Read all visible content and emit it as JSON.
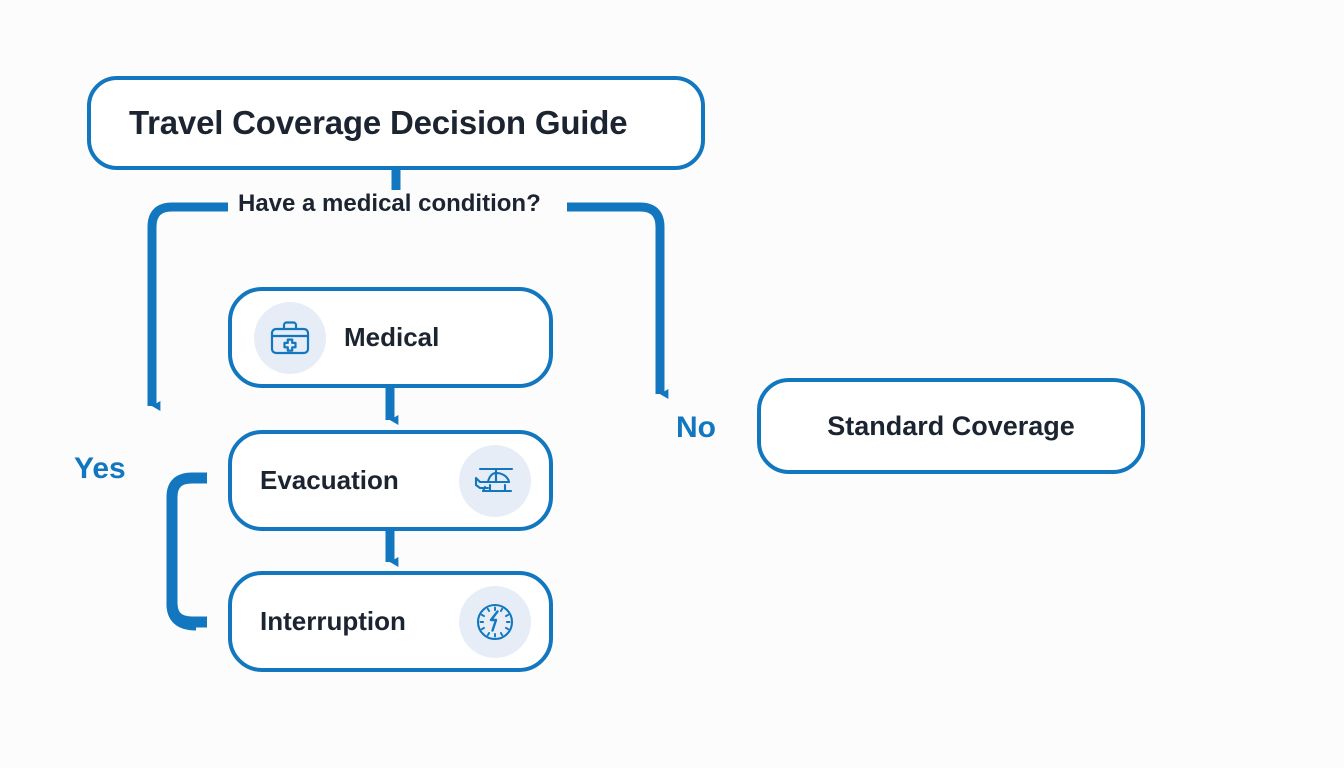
{
  "diagram": {
    "type": "flowchart",
    "background_color": "#fcfcfd",
    "accent_color": "#1277be",
    "text_color": "#1b2430",
    "icon_disc_color": "#e6edf6",
    "title": {
      "label": "Travel Coverage Decision Guide"
    },
    "decision": {
      "question": "Have a medical condition?",
      "branches": [
        {
          "key": "yes",
          "label": "Yes"
        },
        {
          "key": "no",
          "label": "No"
        }
      ]
    },
    "nodes": [
      {
        "id": "medical",
        "label": "Medical",
        "icon": "first-aid-kit-icon",
        "icon_side": "left"
      },
      {
        "id": "evacuation",
        "label": "Evacuation",
        "icon": "helicopter-icon",
        "icon_side": "right"
      },
      {
        "id": "interruption",
        "label": "Interruption",
        "icon": "clock-lightning-icon",
        "icon_side": "right"
      },
      {
        "id": "standard",
        "label": "Standard Coverage",
        "icon": null,
        "icon_side": null
      }
    ]
  }
}
